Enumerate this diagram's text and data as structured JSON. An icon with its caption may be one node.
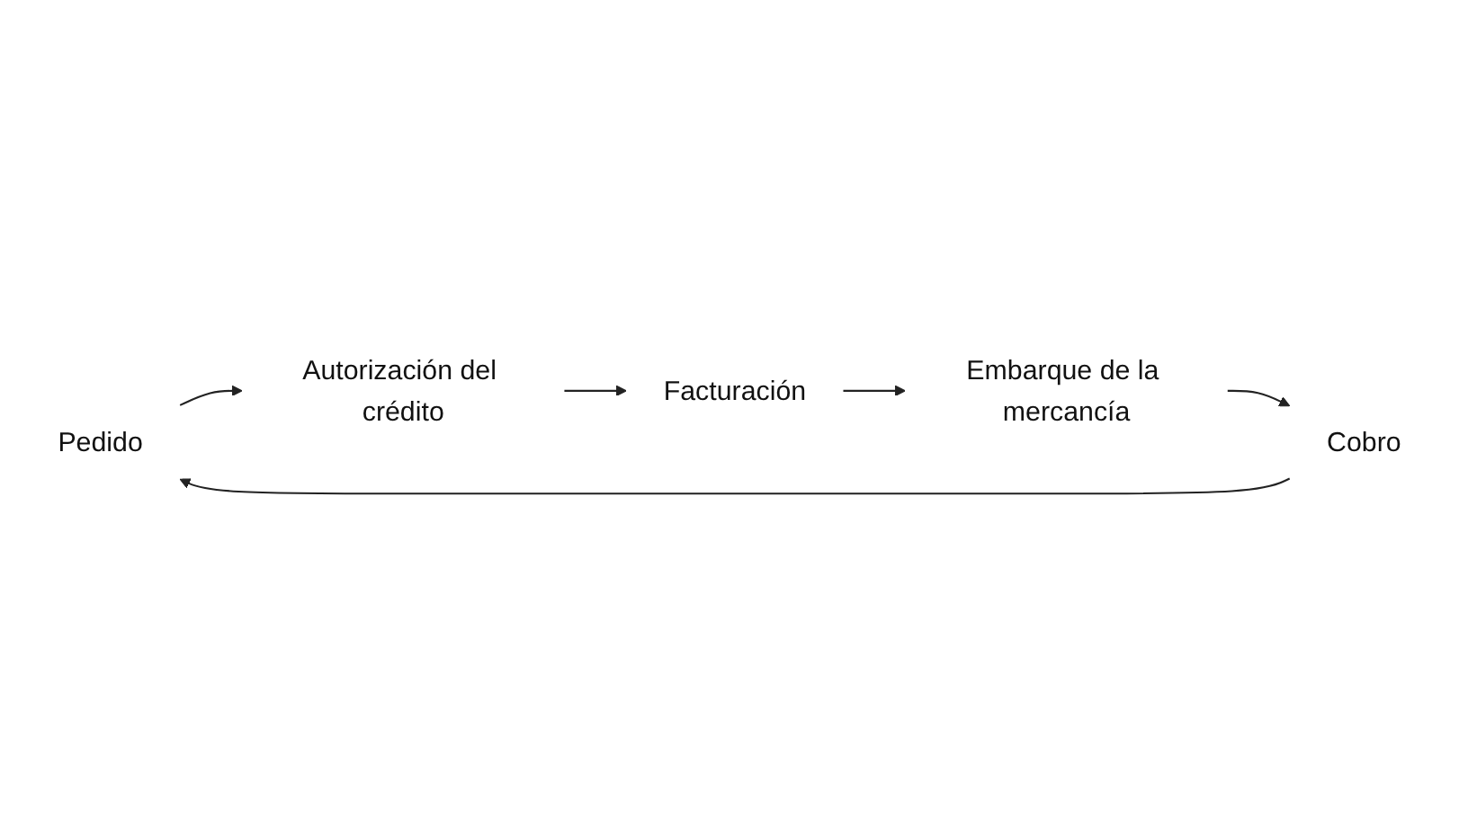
{
  "diagram": {
    "nodes": [
      {
        "text": [
          "Pedido"
        ]
      },
      {
        "text": [
          "Autorización del crédito"
        ]
      },
      {
        "text": [
          "Facturación"
        ]
      },
      {
        "text": [
          "Embarque de la mercancía"
        ]
      },
      {
        "text": [
          "Cobro"
        ]
      }
    ],
    "edges": [
      {
        "from": 0,
        "to": 1,
        "arrow": "to"
      },
      {
        "from": 1,
        "to": 2,
        "arrow": "to"
      },
      {
        "from": 2,
        "to": 3,
        "arrow": "to"
      },
      {
        "from": 3,
        "to": 4,
        "arrow": "to"
      },
      {
        "from": 4,
        "to": 0,
        "arrow": "to"
      }
    ]
  }
}
